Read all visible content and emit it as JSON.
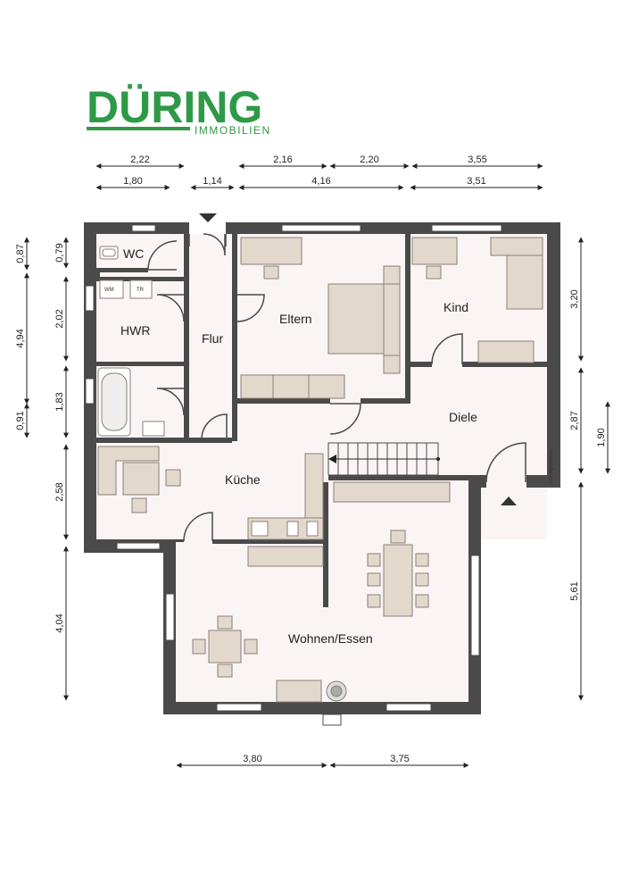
{
  "logo": {
    "wordmark": "DÜRING",
    "tagline": "IMMOBILIEN",
    "color": "#2e9a47"
  },
  "rooms": {
    "wc": "WC",
    "hwr": "HWR",
    "flur": "Flur",
    "eltern": "Eltern",
    "kind": "Kind",
    "diele": "Diele",
    "kueche": "Küche",
    "wohnen": "Wohnen/Essen"
  },
  "appliances": {
    "wm": "WM",
    "tr": "TR"
  },
  "watermark": "Immogrundriss",
  "dimensions": {
    "top_row1": [
      "2,22",
      "2,16",
      "2,20",
      "3,55"
    ],
    "top_row2": [
      "1,80",
      "1,14",
      "4,16",
      "3,51"
    ],
    "left_outer": [
      "0,87",
      "4,94",
      "0,91"
    ],
    "left_inner": [
      "0,79",
      "2,02",
      "1,83",
      "2,58",
      "4,04"
    ],
    "right": [
      "3,20",
      "2,87",
      "1,90",
      "5,61"
    ],
    "bottom": [
      "3,80",
      "3,75"
    ]
  },
  "colors": {
    "wall": "#4a4a4a",
    "floor": "#fbf4f5",
    "furniture": "#e3d8cc",
    "furniture_stroke": "#8a7f76"
  }
}
